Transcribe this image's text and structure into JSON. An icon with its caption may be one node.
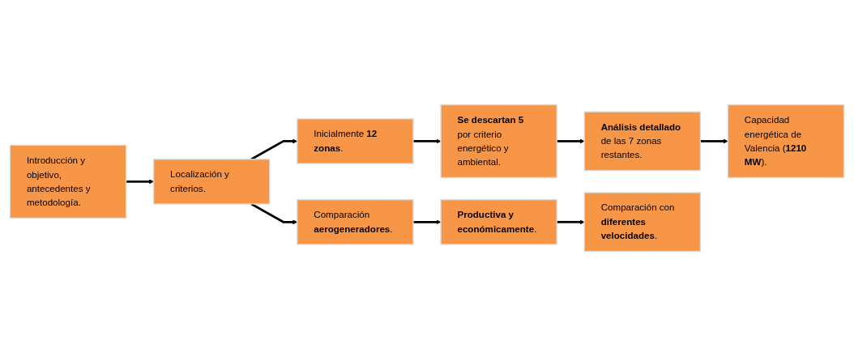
{
  "diagram": {
    "nodes": [
      {
        "text": [
          "Introducción y objetivo, antecedentes y metodología."
        ]
      },
      {
        "text": [
          "Localización y criterios."
        ]
      },
      {
        "text": [
          "Inicialmente **12 zonas**."
        ]
      },
      {
        "text": [
          "**Se descartan 5** por criterio energético y ambiental."
        ]
      },
      {
        "text": [
          "**Análisis detallado** de las 7 zonas restantes."
        ]
      },
      {
        "text": [
          "Capacidad energética de Valencia (**1210 MW**)."
        ]
      },
      {
        "text": [
          "Comparación **aerogeneradores**."
        ]
      },
      {
        "text": [
          "**Productiva y económicamente**."
        ]
      },
      {
        "text": [
          "Comparación con **diferentes velocidades**."
        ]
      }
    ],
    "edges": [
      {
        "from": 0,
        "to": 1,
        "arrow": "to"
      },
      {
        "from": 1,
        "to": 2,
        "arrow": "to"
      },
      {
        "from": 2,
        "to": 3,
        "arrow": "to"
      },
      {
        "from": 3,
        "to": 4,
        "arrow": "to"
      },
      {
        "from": 4,
        "to": 5,
        "arrow": "to"
      },
      {
        "from": 1,
        "to": 6,
        "arrow": "to"
      },
      {
        "from": 6,
        "to": 7,
        "arrow": "to"
      },
      {
        "from": 7,
        "to": 8,
        "arrow": "to"
      }
    ]
  }
}
